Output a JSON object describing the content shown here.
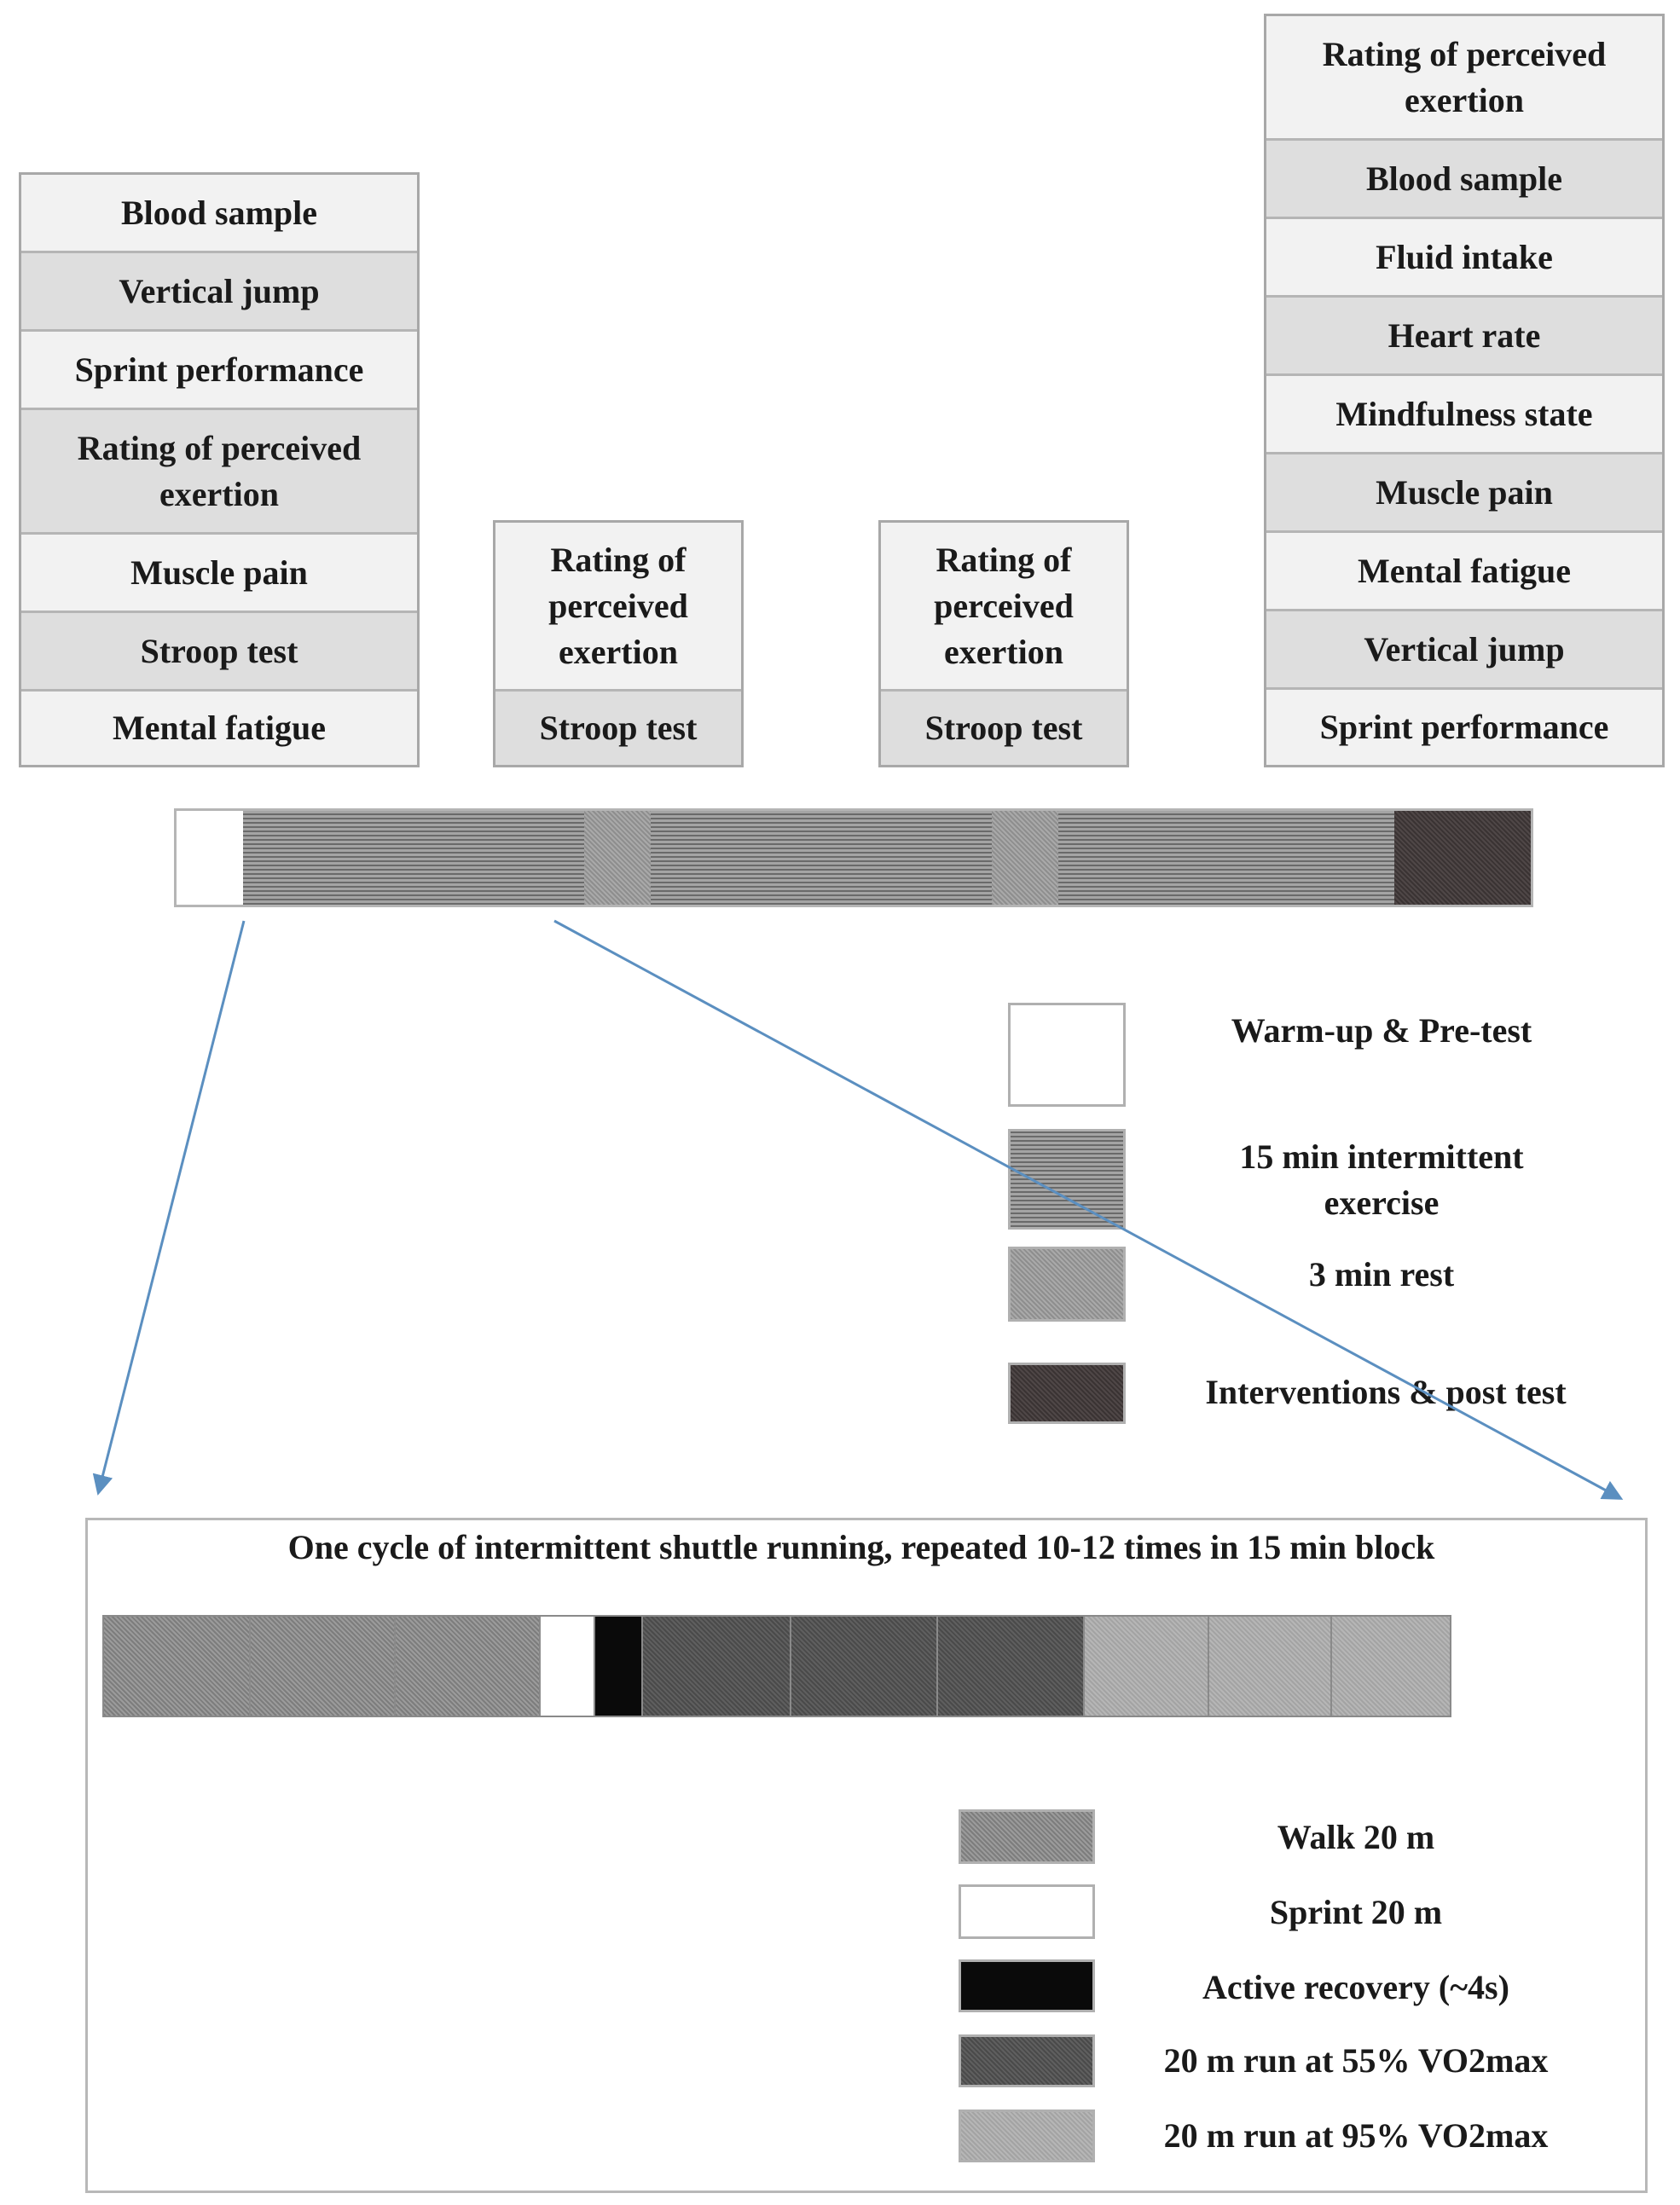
{
  "boxes": {
    "pre": [
      "Blood sample",
      "Vertical jump",
      "Sprint performance",
      "Rating of perceived exertion",
      "Muscle pain",
      "Stroop test",
      "Mental fatigue"
    ],
    "mid1": [
      "Rating of perceived exertion",
      "Stroop test"
    ],
    "mid2": [
      "Rating of perceived exertion",
      "Stroop test"
    ],
    "post": [
      "Rating of perceived exertion",
      "Blood sample",
      "Fluid intake",
      "Heart rate",
      "Mindfulness state",
      "Muscle pain",
      "Mental fatigue",
      "Vertical jump",
      "Sprint performance"
    ]
  },
  "legend": {
    "warmup": "Warm-up & Pre-test",
    "exercise": "15 min intermittent exercise",
    "rest": "3 min rest",
    "post": "Interventions & post test"
  },
  "cycle": {
    "title": "One cycle of intermittent shuttle running, repeated 10-12 times in 15 min block",
    "legend": {
      "walk": "Walk 20 m",
      "sprint": "Sprint 20 m",
      "recovery": "Active recovery (~4s)",
      "run55": "20 m run at 55% VO2max",
      "run95": "20 m run at 95% VO2max"
    }
  },
  "colors": {
    "arrow": "#5b8fc0",
    "box_border": "#a8a8a8",
    "box_light": "#f2f2f2",
    "box_alt": "#dedede"
  }
}
